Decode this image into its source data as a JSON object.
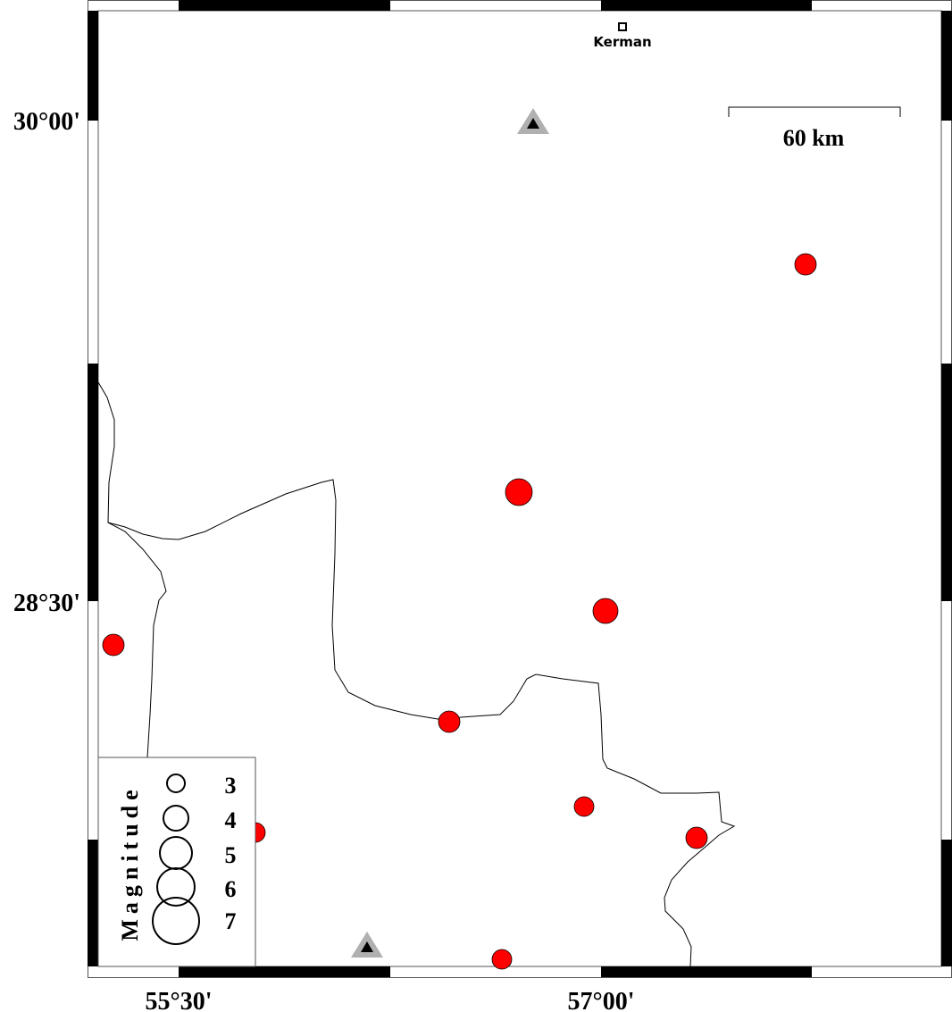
{
  "map": {
    "axis_labels": {
      "lat": [
        "30°00'",
        "28°30'"
      ],
      "lon": [
        "55°30'",
        "57°00'"
      ]
    },
    "city": {
      "name": "Kerman"
    },
    "scale_bar": {
      "label": "60 km"
    },
    "legend": {
      "title": "Magnitude",
      "entries": [
        "3",
        "4",
        "5",
        "6",
        "7"
      ]
    },
    "colors": {
      "event": "#ff0000",
      "station_outer": "#b0b0b0",
      "station_inner": "#000000"
    }
  }
}
